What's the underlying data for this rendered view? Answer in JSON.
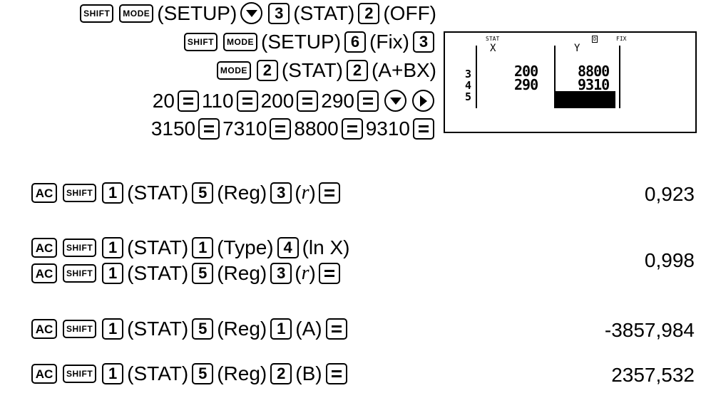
{
  "keys": {
    "shift": "SHIFT",
    "mode": "MODE",
    "ac": "AC",
    "n1": "1",
    "n2": "2",
    "n3": "3",
    "n4": "4",
    "n5": "5",
    "n6": "6"
  },
  "labels": {
    "setup": "(SETUP)",
    "stat": "(STAT)",
    "off": "(OFF)",
    "fix": "(Fix)",
    "abx": "(A+BX)",
    "reg": "(Reg)",
    "r_open": "(",
    "r_var": "r",
    "r_close": ")",
    "type": "(Type)",
    "lnx": "(ln X)",
    "a": "(A)",
    "b": "(B)"
  },
  "inputs": {
    "x": [
      "20",
      "110",
      "200",
      "290"
    ],
    "y": [
      "3150",
      "7310",
      "8800",
      "9310"
    ]
  },
  "icons": {
    "down": "down-arrow-icon",
    "right": "right-arrow-icon",
    "equals": "equals-icon"
  },
  "screen": {
    "ind_stat": "STAT",
    "ind_d": "D",
    "ind_fix": "FIX",
    "col_x": "X",
    "col_y": "Y",
    "row_nums": [
      "3",
      "4",
      "5"
    ],
    "x_vals": [
      "200",
      "290"
    ],
    "y_vals": [
      "8800",
      "9310"
    ]
  },
  "results": {
    "r_linear": "0,923",
    "r_ln": "0,998",
    "a": "-3857,984",
    "b": "2357,532"
  }
}
